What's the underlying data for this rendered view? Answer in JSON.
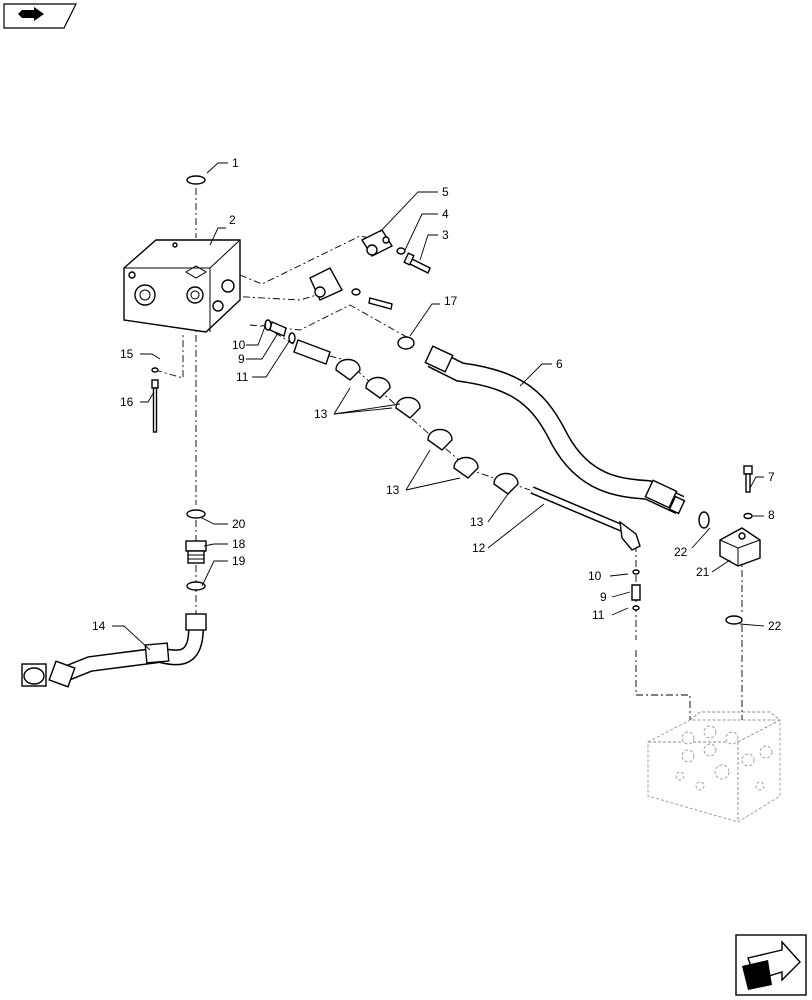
{
  "callouts": [
    {
      "id": "c1",
      "text": "1"
    },
    {
      "id": "c2",
      "text": "2"
    },
    {
      "id": "c3",
      "text": "3"
    },
    {
      "id": "c4",
      "text": "4"
    },
    {
      "id": "c5",
      "text": "5"
    },
    {
      "id": "c6",
      "text": "6"
    },
    {
      "id": "c7",
      "text": "7"
    },
    {
      "id": "c8",
      "text": "8"
    },
    {
      "id": "c9a",
      "text": "9"
    },
    {
      "id": "c9b",
      "text": "9"
    },
    {
      "id": "c10a",
      "text": "10"
    },
    {
      "id": "c10b",
      "text": "10"
    },
    {
      "id": "c11a",
      "text": "11"
    },
    {
      "id": "c11b",
      "text": "11"
    },
    {
      "id": "c12",
      "text": "12"
    },
    {
      "id": "c13a",
      "text": "13"
    },
    {
      "id": "c13b",
      "text": "13"
    },
    {
      "id": "c13c",
      "text": "13"
    },
    {
      "id": "c14",
      "text": "14"
    },
    {
      "id": "c15",
      "text": "15"
    },
    {
      "id": "c16",
      "text": "16"
    },
    {
      "id": "c17",
      "text": "17"
    },
    {
      "id": "c18",
      "text": "18"
    },
    {
      "id": "c19",
      "text": "19"
    },
    {
      "id": "c20",
      "text": "20"
    },
    {
      "id": "c21",
      "text": "21"
    },
    {
      "id": "c22a",
      "text": "22"
    },
    {
      "id": "c22b",
      "text": "22"
    }
  ],
  "icons": {
    "top_left": "back-arrow-icon",
    "bottom_right": "next-page-arrow-icon"
  }
}
